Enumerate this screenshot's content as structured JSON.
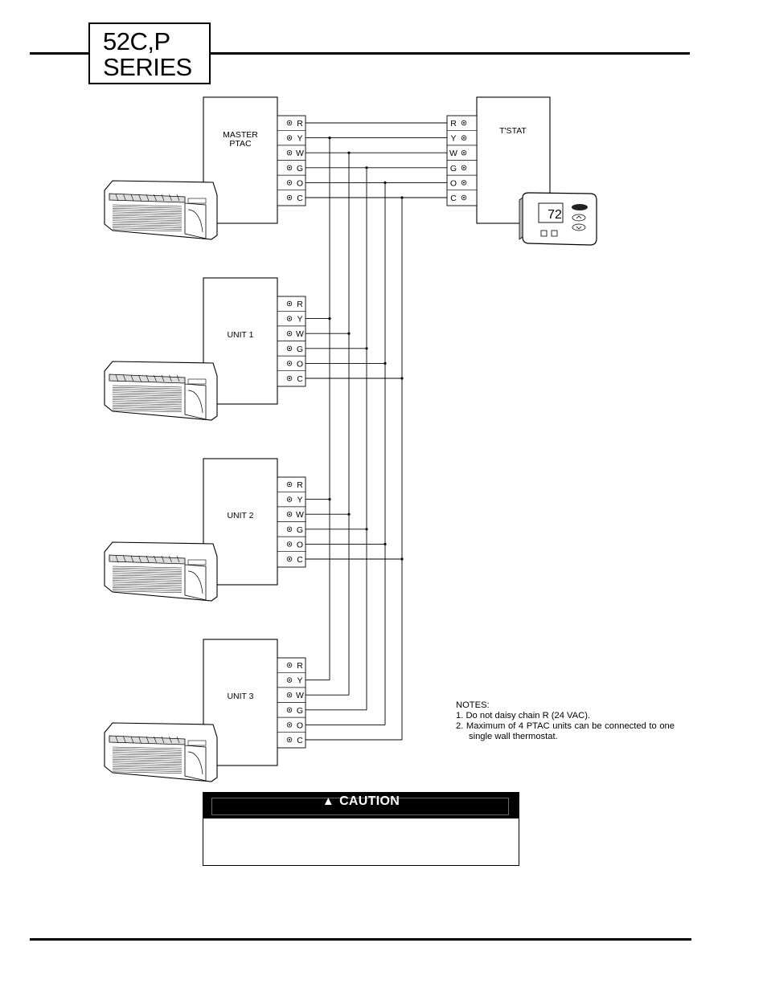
{
  "header": {
    "title_line1": "52C,P",
    "title_line2": "SERIES"
  },
  "thermostat": {
    "label": "T'STAT",
    "terminals": [
      "R",
      "Y",
      "W",
      "G",
      "O",
      "C"
    ],
    "display_value": "72"
  },
  "units": [
    {
      "label_lines": [
        "MASTER",
        "PTAC"
      ]
    },
    {
      "label_lines": [
        "UNIT 1"
      ]
    },
    {
      "label_lines": [
        "UNIT 2"
      ]
    },
    {
      "label_lines": [
        "UNIT 3"
      ]
    }
  ],
  "unit_terminals": [
    "R",
    "Y",
    "W",
    "G",
    "O",
    "C"
  ],
  "notes": {
    "heading": "NOTES:",
    "items": [
      "1. Do not daisy chain R (24 VAC).",
      "2. Maximum of 4 PTAC units can be connected to one single wall thermostat."
    ]
  },
  "caution": {
    "label": "CAUTION",
    "icon": "warning-triangle-icon"
  }
}
